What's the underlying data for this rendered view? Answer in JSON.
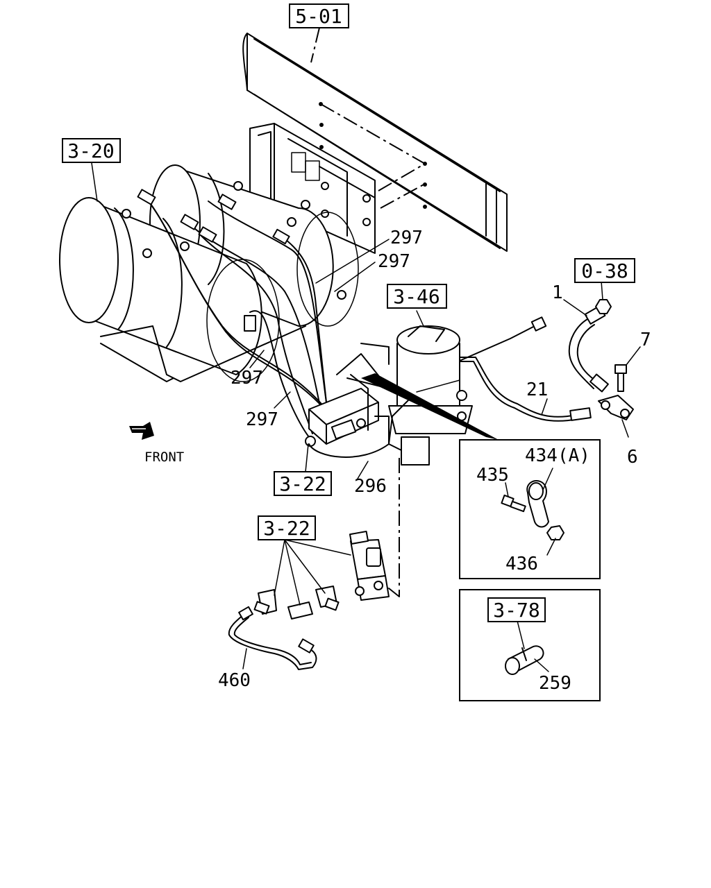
{
  "ref_boxes": {
    "r501": "5-01",
    "r320": "3-20",
    "r038": "0-38",
    "r346": "3-46",
    "r322a": "3-22",
    "r322b": "3-22",
    "r378": "3-78"
  },
  "part_labels": {
    "p297a": "297",
    "p297b": "297",
    "p297c": "297",
    "p297d": "297",
    "p1": "1",
    "p7": "7",
    "p6": "6",
    "p21": "21",
    "p296": "296",
    "p434": "434(A)",
    "p435": "435",
    "p436": "436",
    "p460": "460",
    "p259": "259"
  },
  "orientation": {
    "front_label": "FRONT"
  },
  "icons": [
    "front-arrow-icon"
  ],
  "colors": {
    "ink": "#000000",
    "paper": "#ffffff"
  }
}
